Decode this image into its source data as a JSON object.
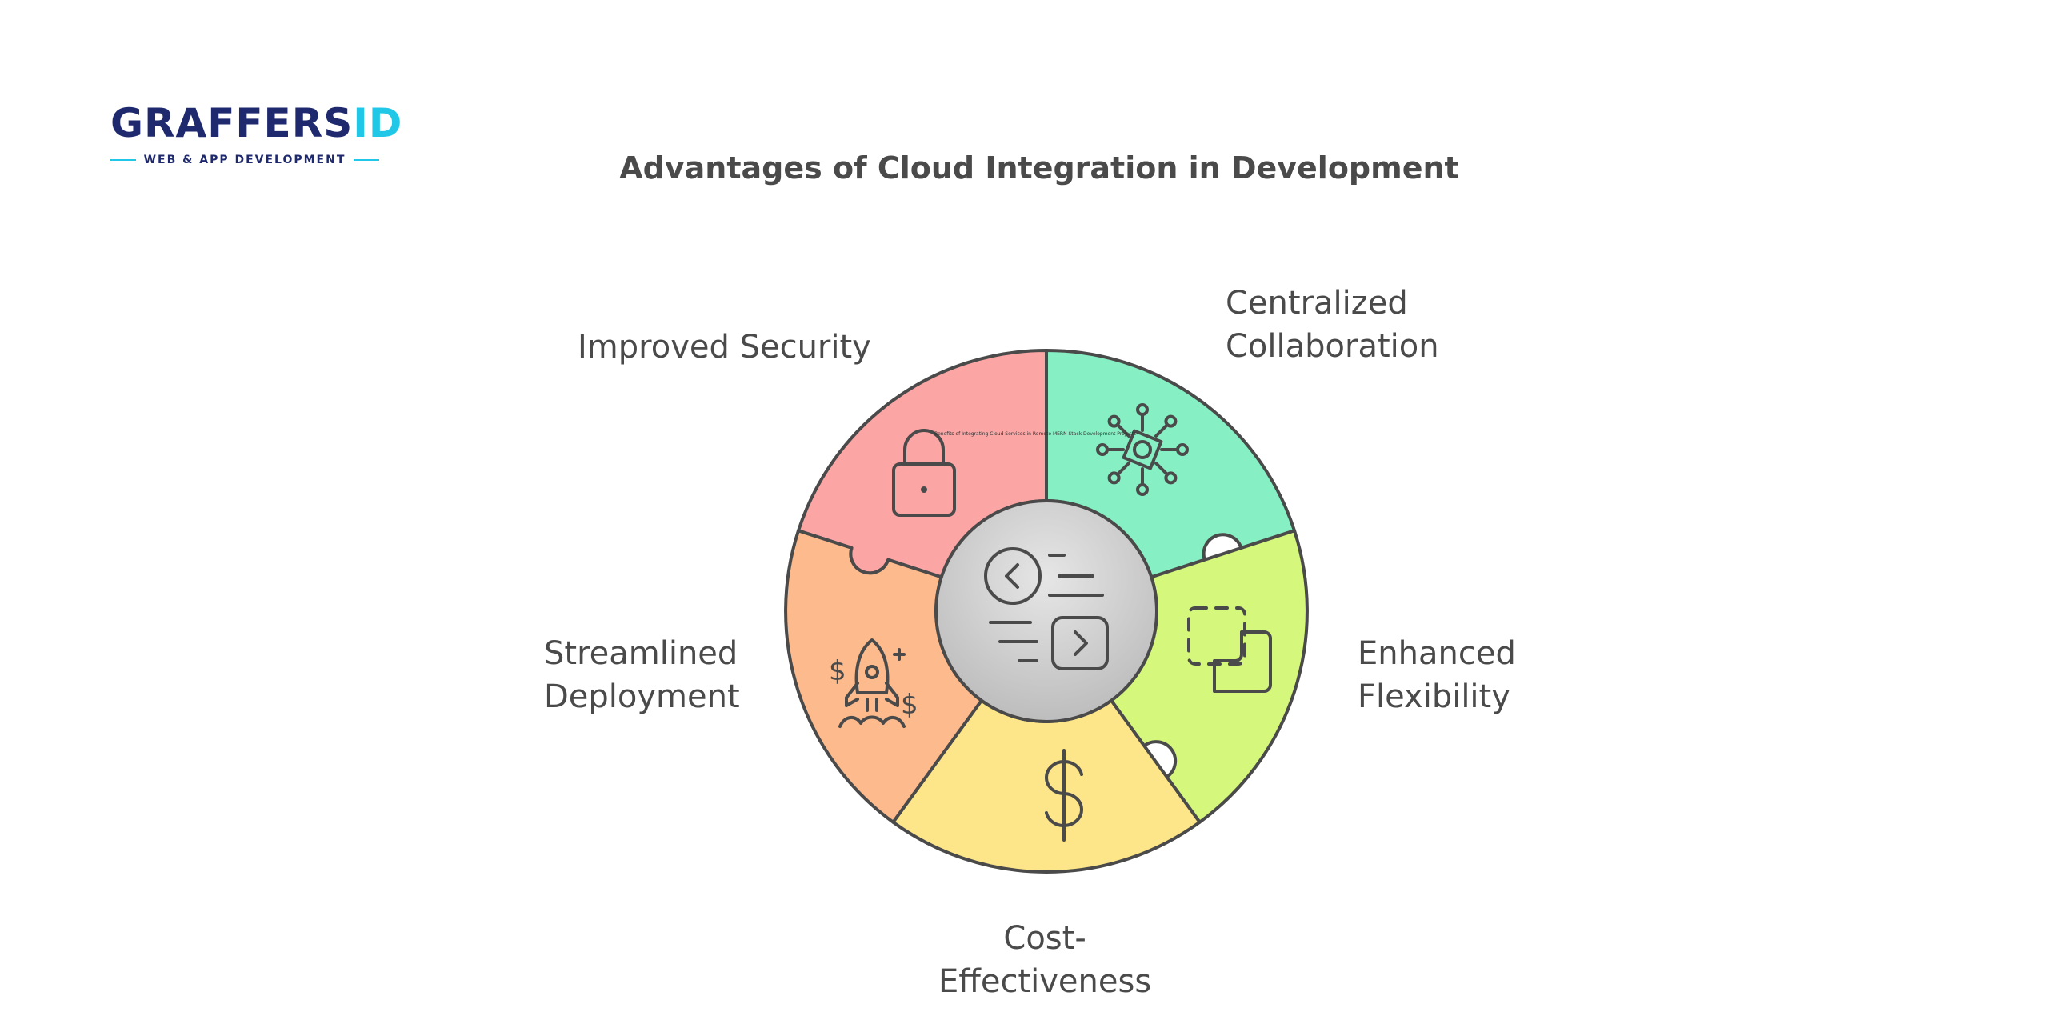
{
  "logo": {
    "word_main": "GRAFFERS",
    "word_accent": "ID",
    "tagline": "WEB & APP DEVELOPMENT"
  },
  "title": "Advantages of Cloud Integration in Development",
  "small_note": "Benefits of Integrating Cloud Services in Remote MERN Stack Development Projects",
  "segments": [
    {
      "key": "security",
      "lines": [
        "Improved Security"
      ],
      "color": "#fca5a5",
      "icon": "lock-icon"
    },
    {
      "key": "collaboration",
      "lines": [
        "Centralized",
        "Collaboration"
      ],
      "color": "#86efc3",
      "icon": "network-icon"
    },
    {
      "key": "flexibility",
      "lines": [
        "Enhanced",
        "Flexibility"
      ],
      "color": "#d4f77c",
      "icon": "resize-icon"
    },
    {
      "key": "cost",
      "lines": [
        "Cost-",
        "Effectiveness"
      ],
      "color": "#fde68a",
      "icon": "dollar-icon"
    },
    {
      "key": "deployment",
      "lines": [
        "Streamlined",
        "Deployment"
      ],
      "color": "#fdba8c",
      "icon": "rocket-icon"
    }
  ],
  "center": {
    "color": "#cfcfcf",
    "icon": "code-navigation-icon"
  },
  "colors": {
    "outline": "#4a4a4a",
    "text": "#4a4a4a",
    "brand": "#1f2a6e",
    "accent": "#20c7e6"
  }
}
